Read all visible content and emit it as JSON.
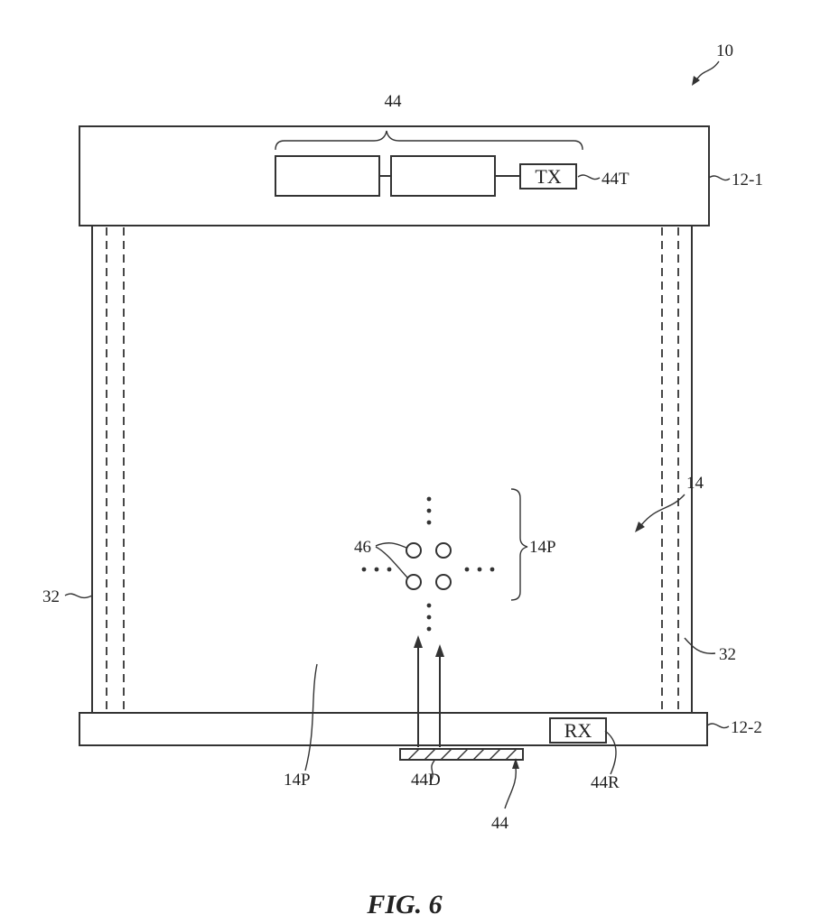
{
  "figure": {
    "caption": "FIG. 6",
    "labels": {
      "device": "10",
      "upper_housing": "12-1",
      "lower_housing": "12-2",
      "display": "14",
      "pixels_right": "14P",
      "pixels_left": "14P",
      "circles": "46",
      "circuitry_top": "44",
      "circuitry_bottom": "44",
      "transmitter_ref": "44T",
      "receiver_ref": "44R",
      "detector_ref": "44D",
      "strip_left": "32",
      "strip_right": "32"
    },
    "boxes": {
      "transmitter": "TX",
      "receiver": "RX"
    }
  }
}
